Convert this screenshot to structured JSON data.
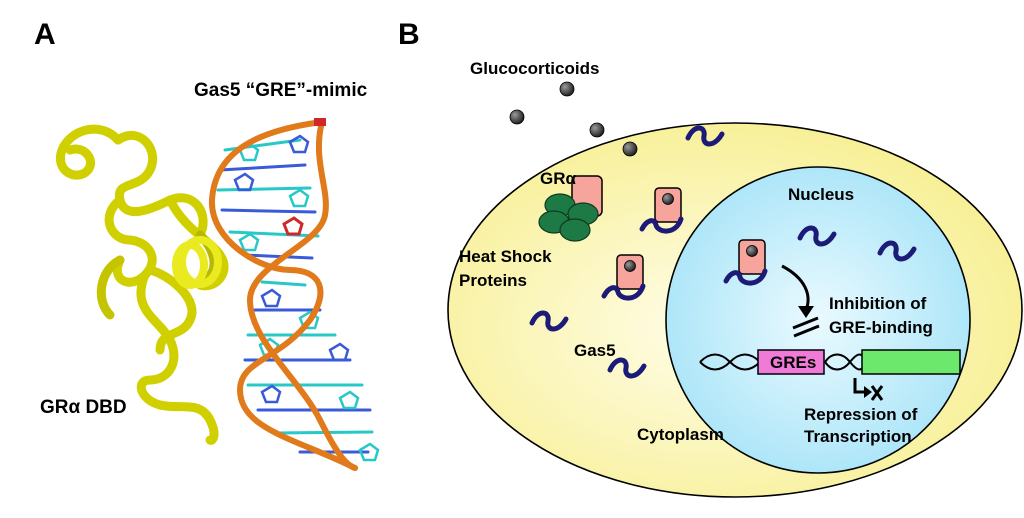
{
  "panels": {
    "a": "A",
    "b": "B"
  },
  "panel_a": {
    "gas5_label": "Gas5 “GRE”-mimic",
    "dbd_label": "GRα DBD",
    "colors": {
      "protein": "#d8d800",
      "backbone": "#e07a1a",
      "bases": "#28c8c8",
      "bases_alt": "#3a5ad8",
      "highlight": "#d02828"
    }
  },
  "panel_b": {
    "glucocorticoids": "Glucocorticoids",
    "gr_alpha": "GRα",
    "heat_shock_line1": "Heat Shock",
    "heat_shock_line2": "Proteins",
    "gas5": "Gas5",
    "cytoplasm": "Cytoplasm",
    "nucleus": "Nucleus",
    "inhibition_line1": "Inhibition of",
    "inhibition_line2": "GRE-binding",
    "gres": "GREs",
    "repression_line1": "Repression of",
    "repression_line2": "Transcription",
    "colors": {
      "cell": "#f8f2a0",
      "nucleus": "#bdeefa",
      "receptor": "#f7a49c",
      "hsp": "#1e7a44",
      "rna": "#1c1c78",
      "gre_box": "#f07ad8",
      "gene_box": "#6ce86c",
      "ligand": "#3a3a3a"
    }
  }
}
